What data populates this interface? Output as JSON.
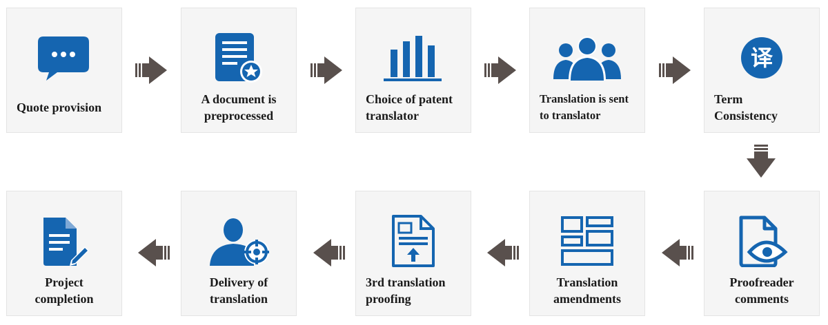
{
  "steps": [
    {
      "label_lines": [
        "Quote provision"
      ],
      "icon": "chat-bubble-icon"
    },
    {
      "label_lines": [
        "A document is",
        "preprocessed"
      ],
      "icon": "document-star-icon"
    },
    {
      "label_lines": [
        "Choice of patent",
        "translator"
      ],
      "icon": "bar-chart-icon"
    },
    {
      "label_lines": [
        "Translation is sent",
        "to translator"
      ],
      "icon": "team-icon"
    },
    {
      "label_lines": [
        "Term",
        "Consistency"
      ],
      "icon": "translate-character-icon",
      "icon_text": "译"
    },
    {
      "label_lines": [
        "Proofreader",
        "comments"
      ],
      "icon": "document-eye-icon"
    },
    {
      "label_lines": [
        "Translation",
        "amendments"
      ],
      "icon": "layout-blocks-icon"
    },
    {
      "label_lines": [
        "3rd translation",
        "proofing"
      ],
      "icon": "document-upload-icon"
    },
    {
      "label_lines": [
        "Delivery of",
        "translation"
      ],
      "icon": "person-target-icon"
    },
    {
      "label_lines": [
        "Project",
        "completion"
      ],
      "icon": "document-pen-icon"
    }
  ],
  "colors": {
    "icon_blue": "#1565b0",
    "arrow_gray": "#59504d",
    "card_bg": "#f5f5f5"
  }
}
